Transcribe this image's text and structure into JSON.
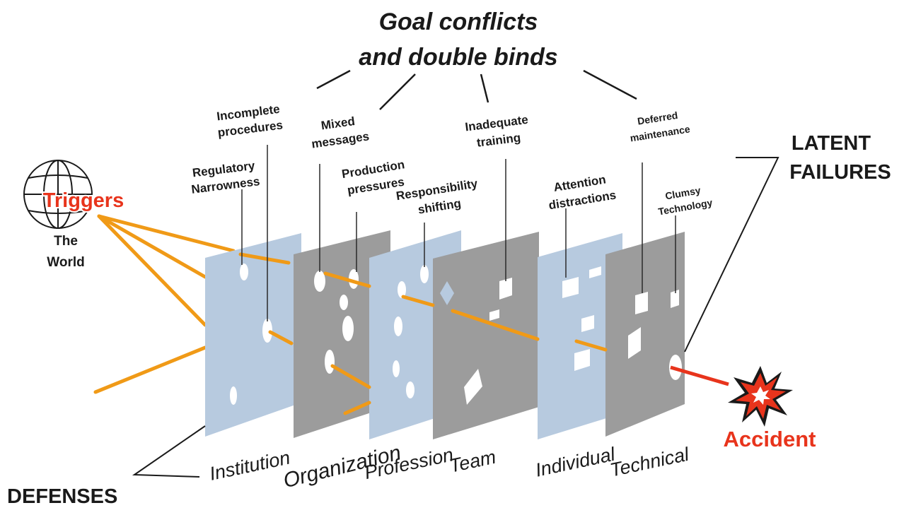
{
  "title": {
    "line1": "Goal conflicts",
    "line2": "and double binds"
  },
  "latent_failures": {
    "line1": "LATENT",
    "line2": "FAILURES"
  },
  "defenses": "DEFENSES",
  "triggers": {
    "label": "Triggers",
    "sub1": "The",
    "sub2": "World"
  },
  "accident": "Accident",
  "failure_labels": {
    "incomplete_procedures": [
      "Incomplete",
      "procedures"
    ],
    "regulatory_narrowness": [
      "Regulatory",
      "Narrowness"
    ],
    "mixed_messages": [
      "Mixed",
      "messages"
    ],
    "production_pressures": [
      "Production",
      "pressures"
    ],
    "responsibility_shifting": [
      "Responsibility",
      "shifting"
    ],
    "inadequate_training": [
      "Inadequate",
      "training"
    ],
    "attention_distractions": [
      "Attention",
      "distractions"
    ],
    "deferred_maintenance": [
      "Deferred",
      "maintenance"
    ],
    "clumsy_technology": [
      "Clumsy",
      "Technology"
    ]
  },
  "layers": {
    "institution": "Institution",
    "organization": "Organization",
    "profession": "Profession",
    "team": "Team",
    "individual": "Individual",
    "technical": "Technical"
  },
  "colors": {
    "blue_layer": "#b7cadf",
    "gray_layer": "#9c9c9c",
    "trajectory": "#f09a17",
    "accident_red": "#e8341c",
    "text": "#1a1a1a"
  }
}
